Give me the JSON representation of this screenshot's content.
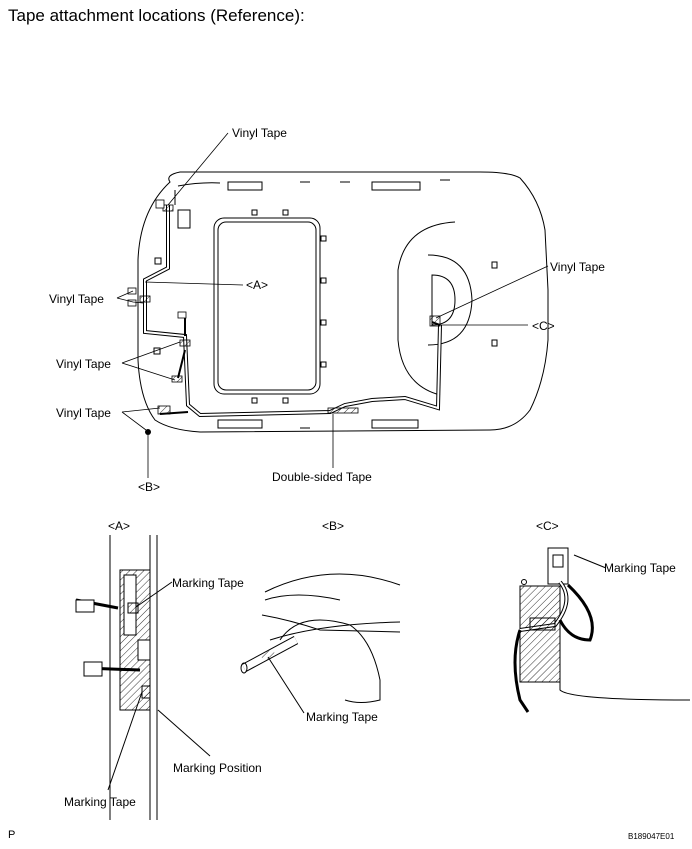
{
  "title": "Tape attachment locations (Reference):",
  "main_view": {
    "vinyl_tape_top": "Vinyl Tape",
    "vinyl_tape_right": "Vinyl Tape",
    "vinyl_tape_left_1": "Vinyl Tape",
    "vinyl_tape_left_2": "Vinyl Tape",
    "vinyl_tape_left_3": "Vinyl Tape",
    "callout_a": "<A>",
    "callout_b": "<B>",
    "callout_c": "<C>",
    "double_sided_tape": "Double-sided Tape"
  },
  "detail_a": {
    "heading": "<A>",
    "marking_tape_top": "Marking Tape",
    "marking_position": "Marking Position",
    "marking_tape_bottom": "Marking Tape"
  },
  "detail_b": {
    "heading": "<B>",
    "marking_tape": "Marking Tape"
  },
  "detail_c": {
    "heading": "<C>",
    "marking_tape": "Marking Tape"
  },
  "footer": {
    "page_letter": "P",
    "figure_id": "B189047E01"
  }
}
